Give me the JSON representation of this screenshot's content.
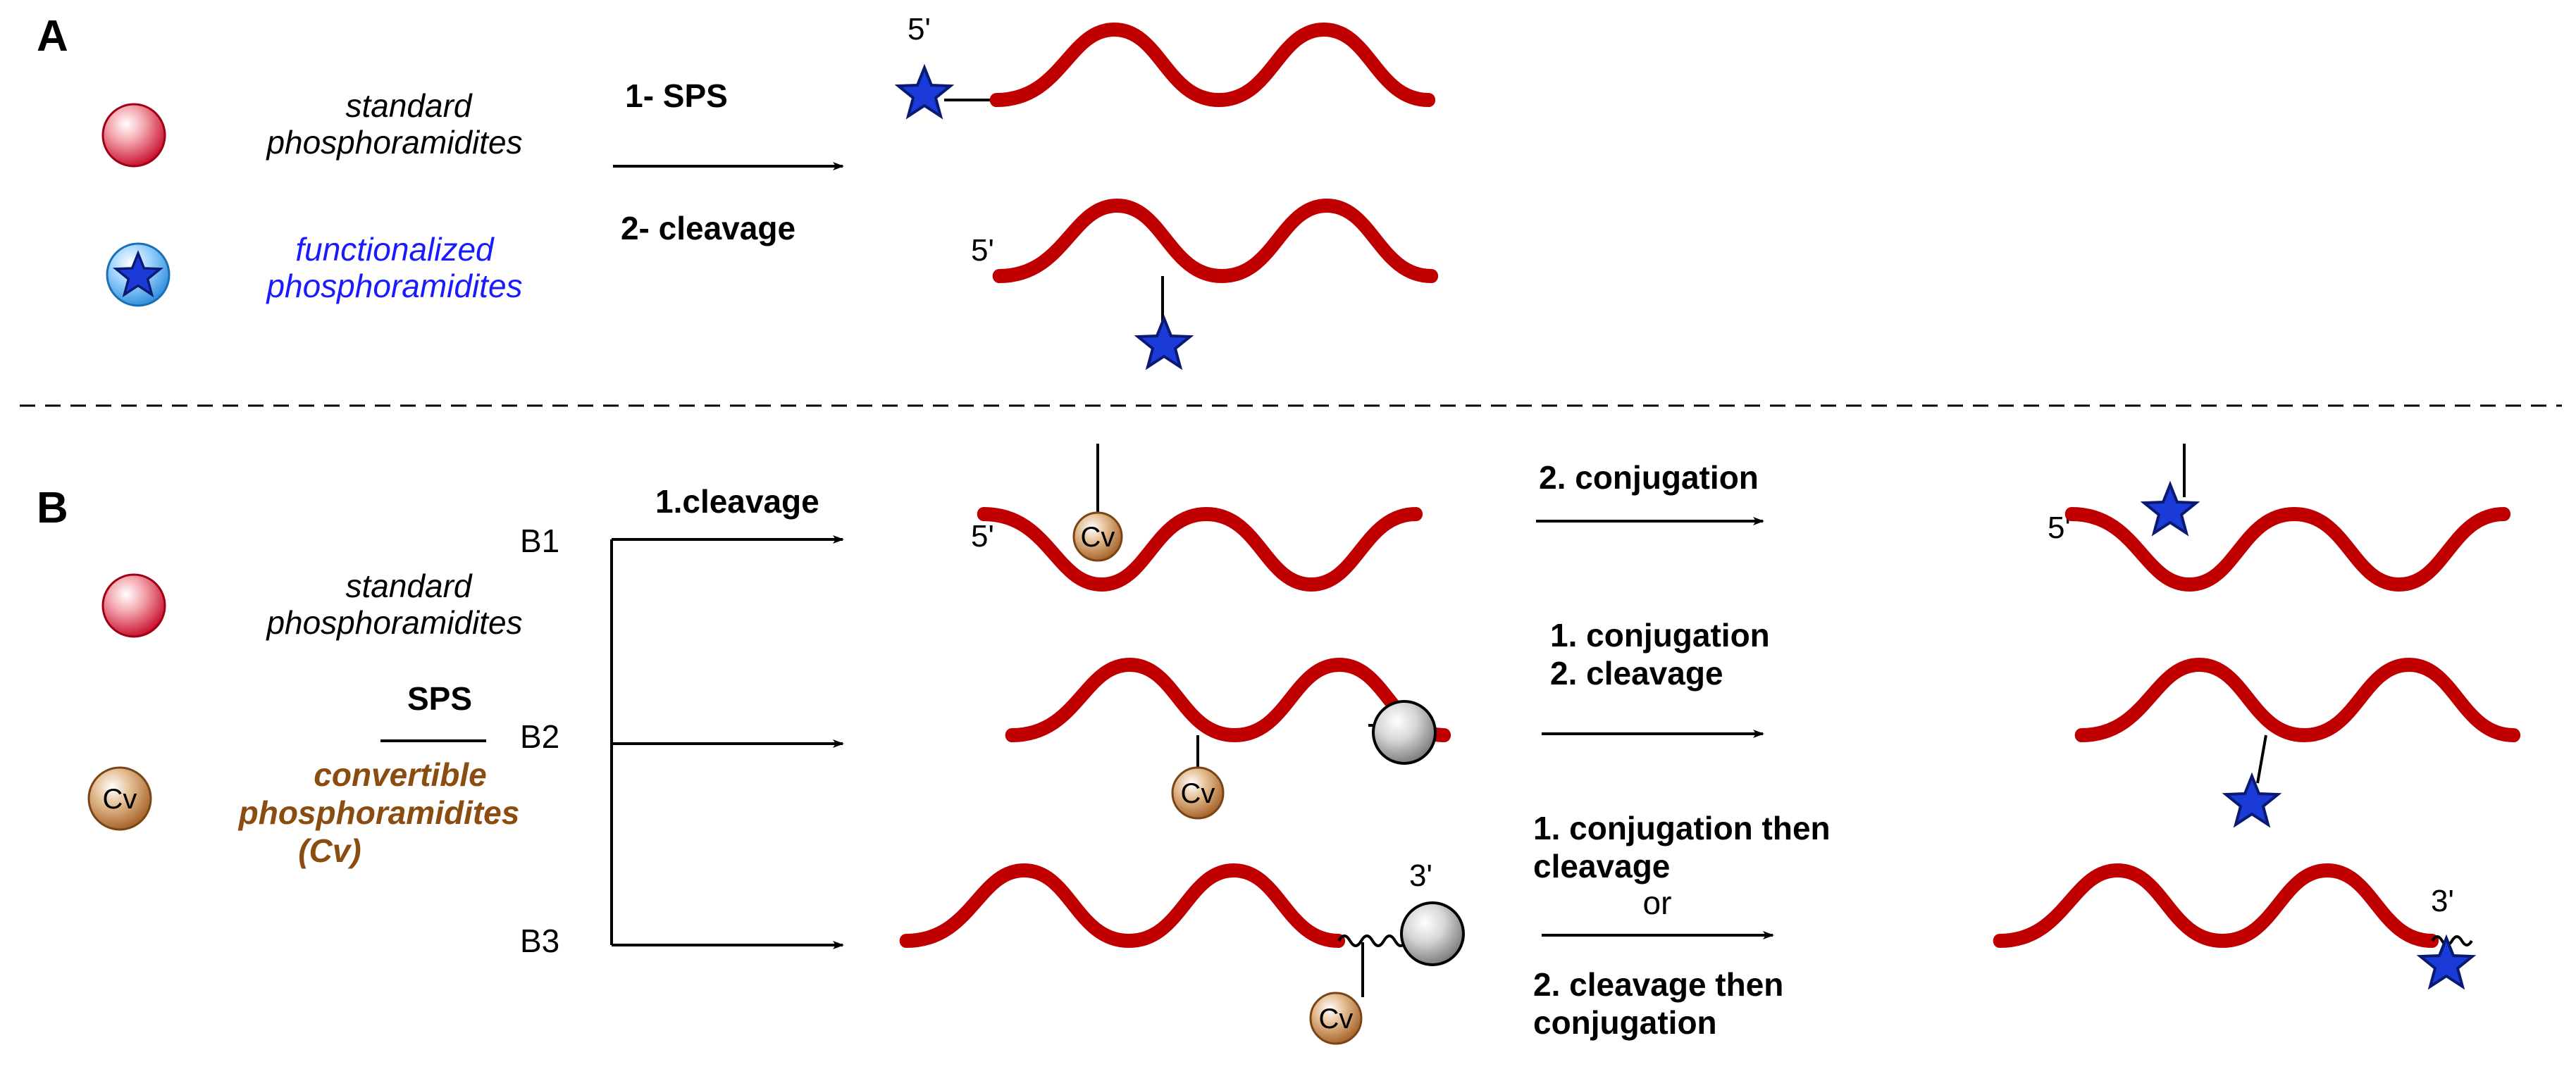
{
  "colors": {
    "strand": "#c00000",
    "star": "#1a3bd8",
    "star_edge": "#0a1a70",
    "functional_label": "#1a1aff",
    "convertible_label": "#8b4c10",
    "cv_bead": "#b87333",
    "red_bead": "#c8102e",
    "blue_bead": "#3aa0e8",
    "solid_support": "#a9a9a9"
  },
  "icons": [
    "red-sphere-icon",
    "blue-star-sphere-icon",
    "cv-sphere-icon",
    "star-icon",
    "solid-support-icon"
  ],
  "section_a": {
    "label": "A",
    "legend_standard": [
      "standard",
      "phosphoramidites"
    ],
    "legend_functional": [
      "functionalized",
      "phosphoramidites"
    ],
    "arrow_top_label": "1- SPS",
    "arrow_bottom_label": "2- cleavage",
    "product1_prime": "5'",
    "product2_prime": "5'"
  },
  "section_b": {
    "label": "B",
    "legend_standard": [
      "standard",
      "phosphoramidites"
    ],
    "sps_label": "SPS",
    "legend_convertible": [
      "convertible",
      "phosphoramidites",
      "(Cv)"
    ],
    "cv_symbol": "Cv",
    "routes": {
      "b1": {
        "label": "B1",
        "step1": "1.cleavage",
        "intermediate_prime": "5'",
        "step2": "2. conjugation",
        "product_prime": "5'"
      },
      "b2": {
        "label": "B2",
        "step_lines": [
          "1. conjugation",
          "2. cleavage"
        ]
      },
      "b3": {
        "label": "B3",
        "intermediate_prime": "3'",
        "step_top": [
          "1. conjugation then",
          "cleavage"
        ],
        "or": "or",
        "step_bottom": [
          "2.  cleavage then",
          " conjugation"
        ],
        "product_prime": "3'"
      }
    }
  }
}
